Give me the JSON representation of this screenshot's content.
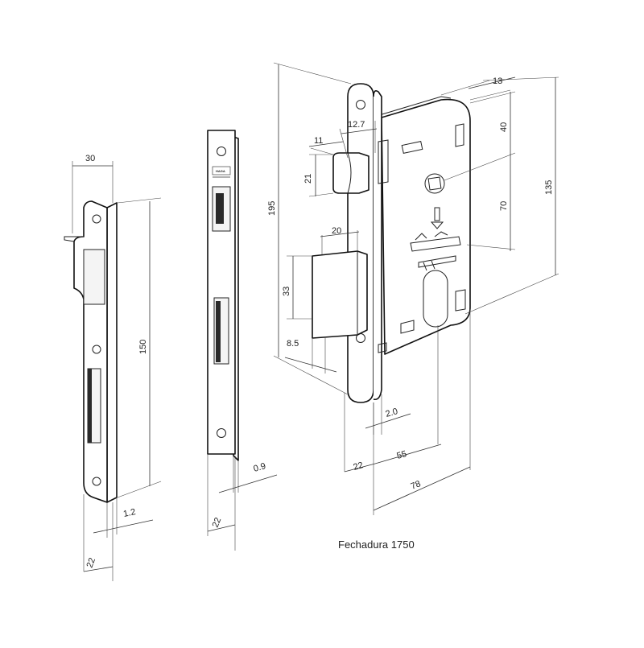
{
  "caption": "Fechadura 1750",
  "strike_plate": {
    "width_top": "30",
    "height": "150",
    "thickness": "1.2",
    "width_bottom": "22"
  },
  "faceplate": {
    "logo_text": "HAGA",
    "thickness": "0.9",
    "width": "22"
  },
  "lock_body": {
    "total_height": "195",
    "faceplate_width": "12.7",
    "latch_depth": "11",
    "latch_height": "21",
    "bolt_width": "20",
    "bolt_height": "33",
    "bolt_offset": "8.5",
    "body_thickness": "13",
    "upper_spacing": "40",
    "lower_spacing": "70",
    "body_height": "135",
    "setback_offset": "2.0",
    "front_width": "22",
    "backset": "55",
    "body_depth": "78"
  }
}
